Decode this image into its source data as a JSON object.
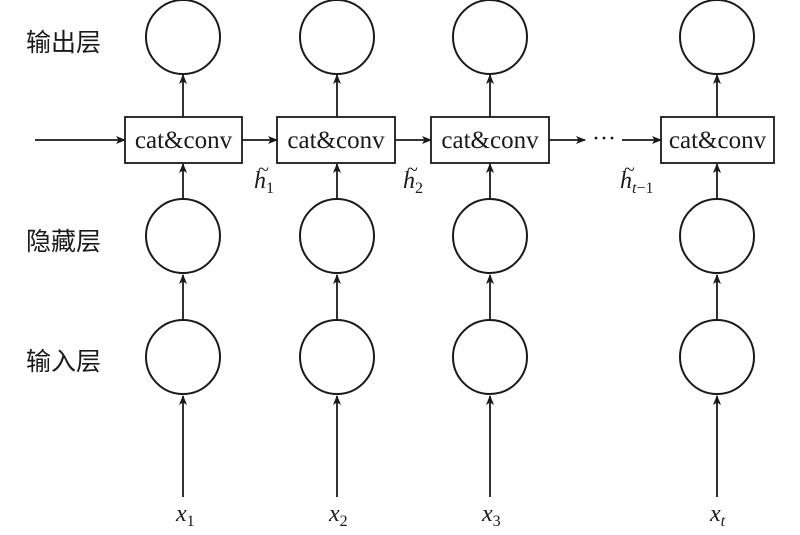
{
  "layers": {
    "output": "输出层",
    "hidden": "隐藏层",
    "input": "输入层"
  },
  "box_label": "cat&conv",
  "ellipsis": "···",
  "states": [
    {
      "base": "h",
      "tilde": "~",
      "sub": "1"
    },
    {
      "base": "h",
      "tilde": "~",
      "sub": "2"
    },
    {
      "base": "h",
      "tilde": "~",
      "sub_var": "t",
      "sub_tail": "−1"
    }
  ],
  "inputs": [
    {
      "base": "x",
      "sub": "1"
    },
    {
      "base": "x",
      "sub": "2"
    },
    {
      "base": "x",
      "sub": "3"
    },
    {
      "base": "x",
      "sub_var": "t"
    }
  ],
  "colors": {
    "stroke": "#1a1a1a",
    "background": "#ffffff"
  }
}
